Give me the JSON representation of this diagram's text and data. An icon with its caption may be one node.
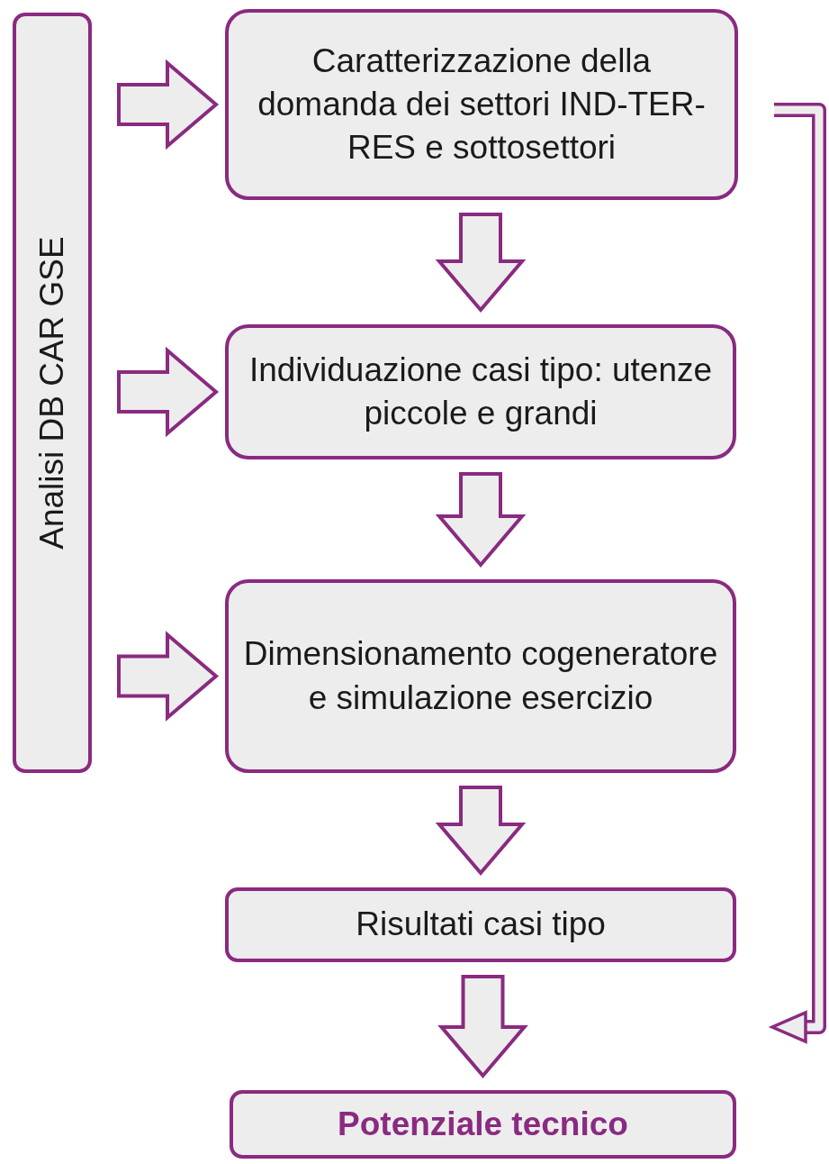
{
  "diagram": {
    "nodes": [
      {
        "text": [
          "Analisi DB CAR GSE"
        ]
      },
      {
        "text": [
          "Caratterizzazione della domanda dei settori IND-TER-RES e sottosettori"
        ]
      },
      {
        "text": [
          "Individuazione casi tipo: utenze piccole e grandi"
        ]
      },
      {
        "text": [
          "Dimensionamento cogeneratore e simulazione esercizio"
        ]
      },
      {
        "text": [
          "Risultati casi tipo"
        ]
      },
      {
        "text": [
          "Potenziale tecnico"
        ]
      }
    ],
    "edges": [
      {
        "from": 0,
        "to": 1,
        "arrow": "to"
      },
      {
        "from": 0,
        "to": 2,
        "arrow": "to"
      },
      {
        "from": 0,
        "to": 3,
        "arrow": "to"
      },
      {
        "from": 1,
        "to": 2,
        "arrow": "to"
      },
      {
        "from": 2,
        "to": 3,
        "arrow": "to"
      },
      {
        "from": 3,
        "to": 4,
        "arrow": "to"
      },
      {
        "from": 4,
        "to": 5,
        "arrow": "to"
      },
      {
        "from": 1,
        "to": null,
        "arrow": "to"
      }
    ]
  }
}
